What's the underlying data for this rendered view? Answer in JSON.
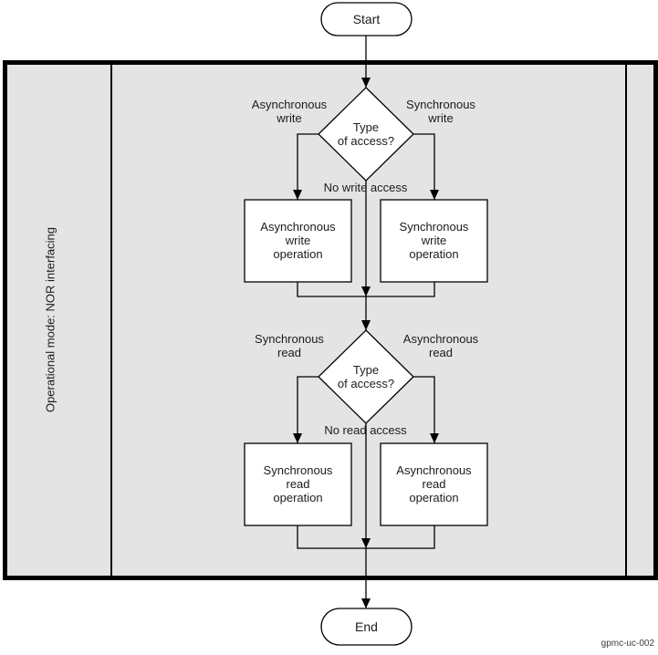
{
  "colors": {
    "lane_fill": "#e4e4e4",
    "shape_fill": "#ffffff",
    "line": "#000000"
  },
  "figure": {
    "id": "gpmc-uc-002",
    "lane_label": "Operational mode: NOR interfacing"
  },
  "flow": {
    "start": "Start",
    "end": "End",
    "write_decision": {
      "line1": "Type",
      "line2": "of access?"
    },
    "read_decision": {
      "line1": "Type",
      "line2": "of access?"
    },
    "write_async_branch": {
      "line1": "Asynchronous",
      "line2": "write"
    },
    "write_sync_branch": {
      "line1": "Synchronous",
      "line2": "write"
    },
    "write_none_branch": "No write access",
    "read_sync_branch": {
      "line1": "Synchronous",
      "line2": "read"
    },
    "read_async_branch": {
      "line1": "Asynchronous",
      "line2": "read"
    },
    "read_none_branch": "No read access",
    "async_write_op": {
      "line1": "Asynchronous",
      "line2": "write",
      "line3": "operation"
    },
    "sync_write_op": {
      "line1": "Synchronous",
      "line2": "write",
      "line3": "operation"
    },
    "sync_read_op": {
      "line1": "Synchronous",
      "line2": "read",
      "line3": "operation"
    },
    "async_read_op": {
      "line1": "Asynchronous",
      "line2": "read",
      "line3": "operation"
    }
  }
}
